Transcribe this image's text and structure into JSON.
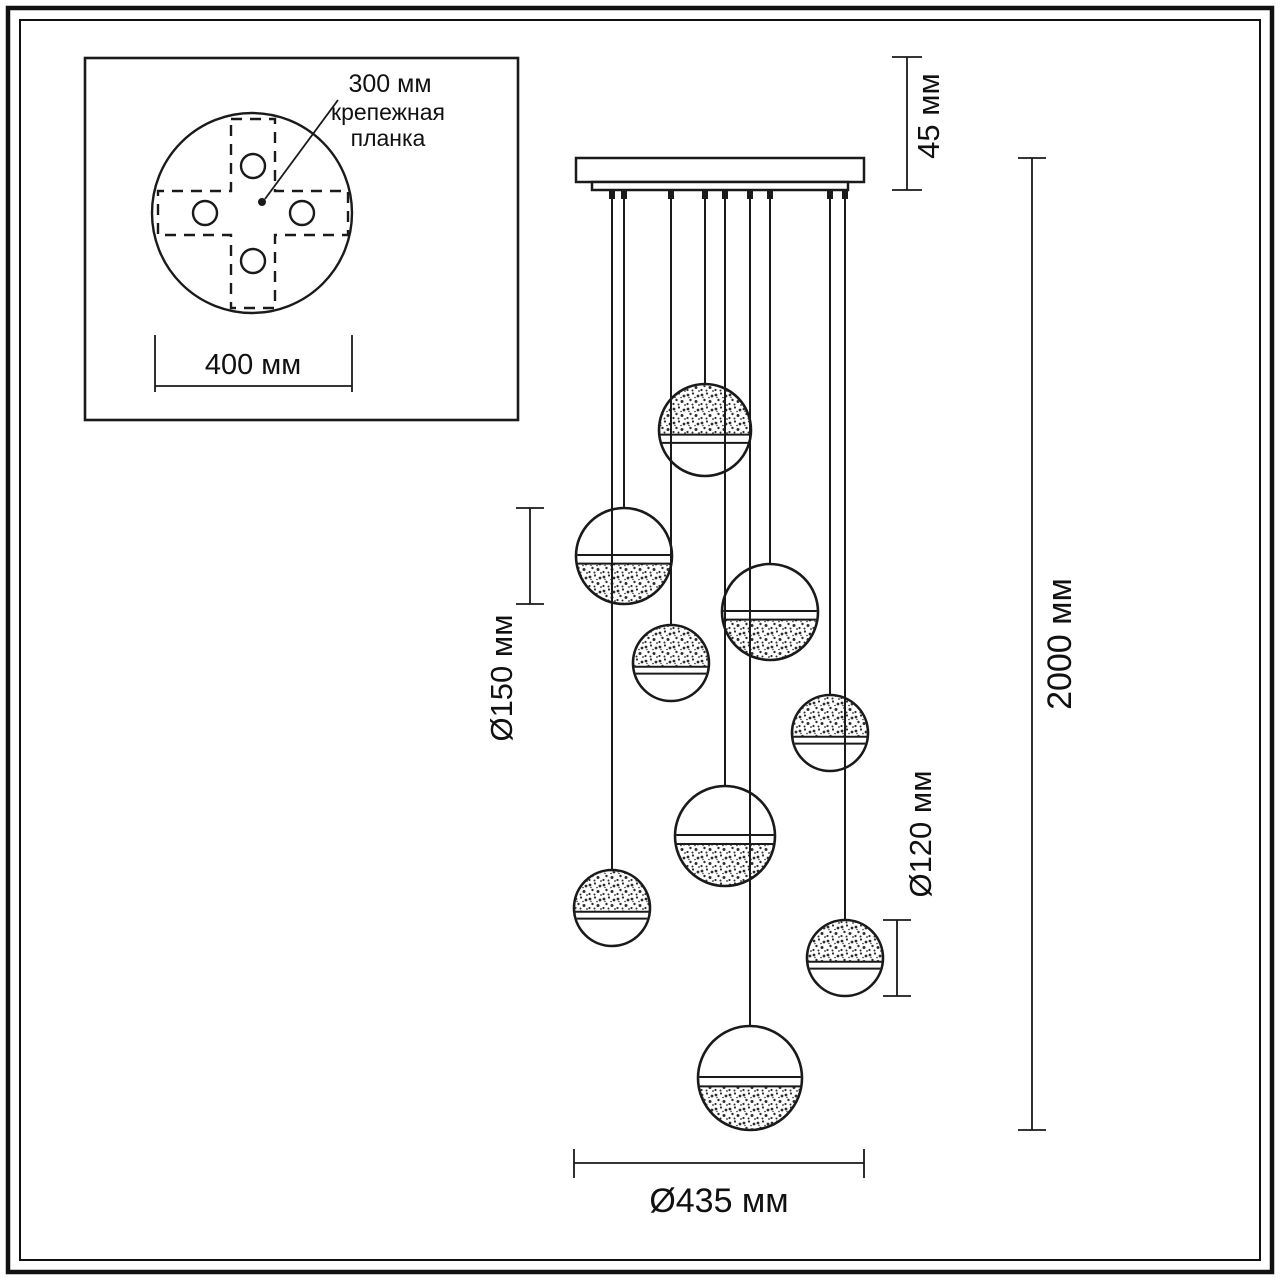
{
  "inset": {
    "dim_300": "300 мм",
    "label_line1": "крепежная",
    "label_line2": "планка",
    "dim_400": "400 мм"
  },
  "dimensions": {
    "canopy_height": "45 мм",
    "overall_height": "2000 мм",
    "large_sphere": "Ø150 мм",
    "small_sphere": "Ø120 мм",
    "spread": "Ø435 мм"
  }
}
